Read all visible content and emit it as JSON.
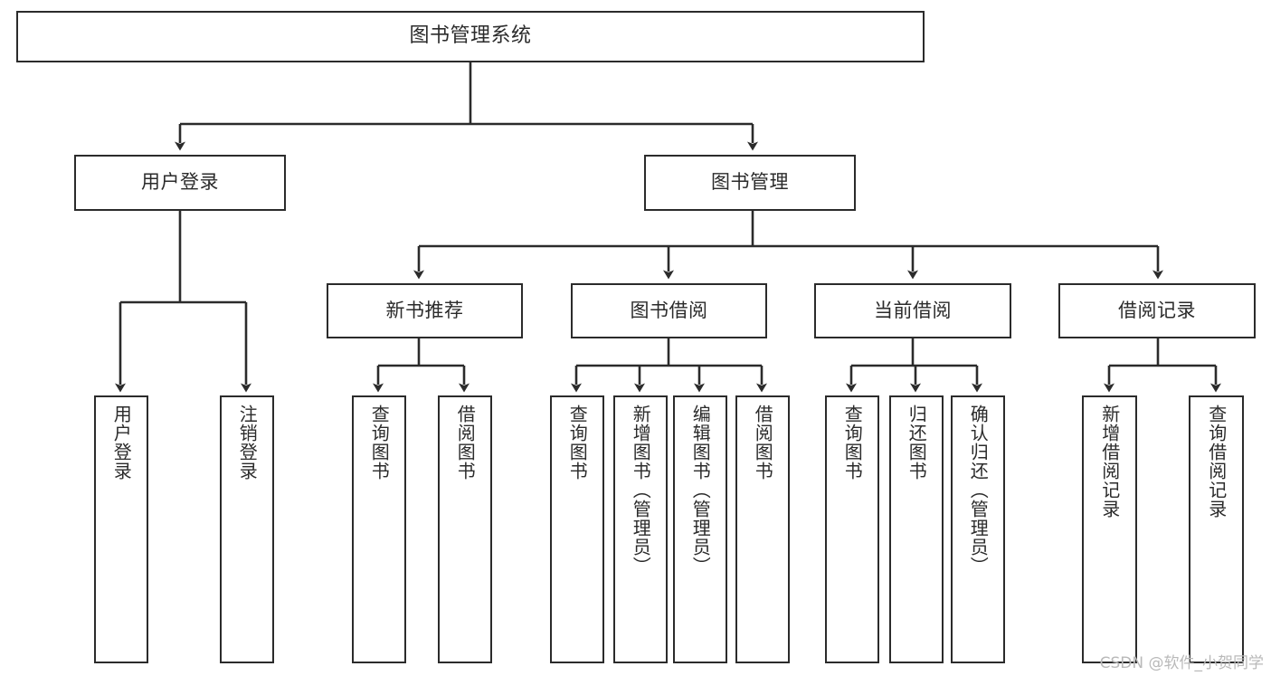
{
  "diagram": {
    "title": "图书管理系统",
    "type": "tree-hierarchy",
    "watermark": "CSDN @软件_小贺同学",
    "colors": {
      "stroke": "#2b2b2b",
      "fill": "#ffffff",
      "background": "#ffffff",
      "watermark": "#b9b9b9"
    },
    "nodes": {
      "root": {
        "label": "图书管理系统"
      },
      "level2": [
        {
          "id": "user-login",
          "label": "用户登录"
        },
        {
          "id": "book-management",
          "label": "图书管理"
        }
      ],
      "level3": [
        {
          "id": "new-book-recommend",
          "label": "新书推荐"
        },
        {
          "id": "book-borrow",
          "label": "图书借阅"
        },
        {
          "id": "current-borrow",
          "label": "当前借阅"
        },
        {
          "id": "borrow-record",
          "label": "借阅记录"
        }
      ],
      "leaves": {
        "user-login": [
          {
            "id": "leaf-user-login",
            "label": "用户登录"
          },
          {
            "id": "leaf-user-logout",
            "label": "注销登录"
          }
        ],
        "new-book-recommend": [
          {
            "id": "leaf-query-book-1",
            "label": "查询图书"
          },
          {
            "id": "leaf-borrow-book-1",
            "label": "借阅图书"
          }
        ],
        "book-borrow": [
          {
            "id": "leaf-query-book-2",
            "label": "查询图书"
          },
          {
            "id": "leaf-add-book",
            "label": "新增图书（管理员）"
          },
          {
            "id": "leaf-edit-book",
            "label": "编辑图书（管理员）"
          },
          {
            "id": "leaf-borrow-book-2",
            "label": "借阅图书"
          }
        ],
        "current-borrow": [
          {
            "id": "leaf-query-book-3",
            "label": "查询图书"
          },
          {
            "id": "leaf-return-book",
            "label": "归还图书"
          },
          {
            "id": "leaf-confirm-return",
            "label": "确认归还（管理员）"
          }
        ],
        "borrow-record": [
          {
            "id": "leaf-add-record",
            "label": "新增借阅记录"
          },
          {
            "id": "leaf-query-record",
            "label": "查询借阅记录"
          }
        ]
      }
    }
  }
}
